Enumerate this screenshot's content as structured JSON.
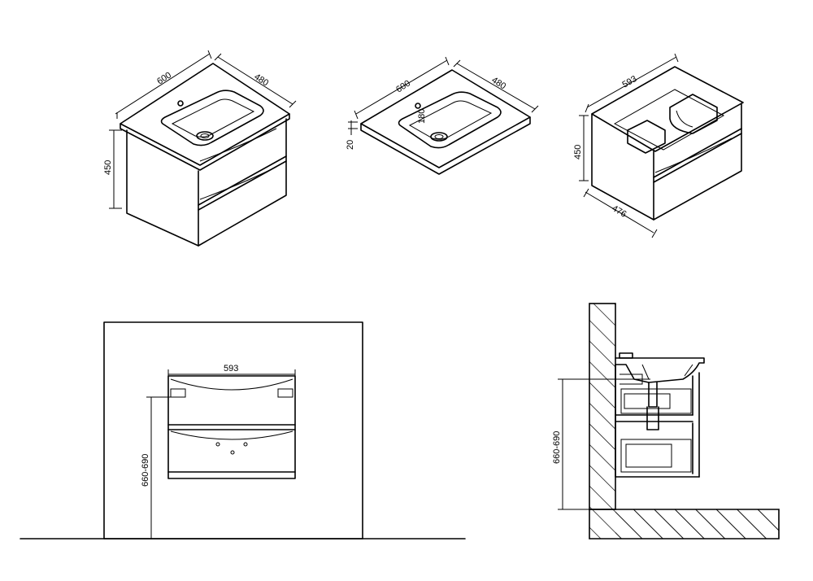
{
  "views": {
    "vanity_iso": {
      "width_label": "600",
      "depth_label": "480",
      "height_label": "450"
    },
    "basin_iso": {
      "width_label": "600",
      "depth_label": "480",
      "thickness_label": "20",
      "extra_label": "180"
    },
    "cabinet_iso": {
      "width_label": "593",
      "depth_label": "476",
      "height_label": "450"
    },
    "front_elevation": {
      "width_label": "593",
      "height_label": "660-690"
    },
    "side_section": {
      "height_label": "660-690"
    }
  },
  "colors": {
    "line": "#000000",
    "background": "#ffffff"
  }
}
